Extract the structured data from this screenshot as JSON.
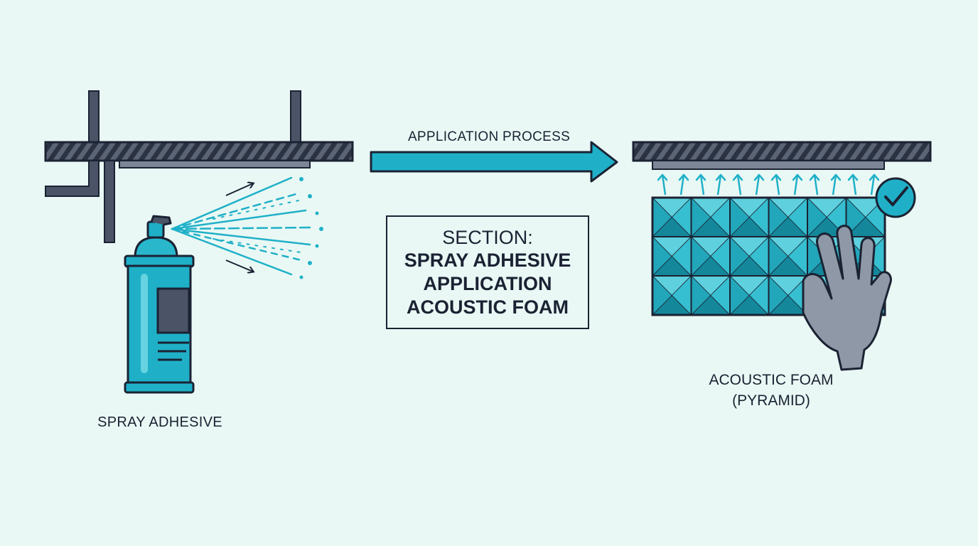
{
  "labels": {
    "process": "APPLICATION PROCESS",
    "spray": "SPRAY ADHESIVE",
    "foam_line1": "ACOUSTIC FOAM",
    "foam_line2": "(PYRAMID)"
  },
  "section": {
    "heading": "SECTION:",
    "title_line1": "SPRAY ADHESIVE",
    "title_line2": "APPLICATION",
    "title_line3": "ACOUSTIC FOAM"
  },
  "colors": {
    "background": "#e9f8f4",
    "ink": "#1b2233",
    "accent": "#1fb0c8",
    "foam": "#36bfd0",
    "foam_dark": "#14879b",
    "steel": "#4a5466",
    "hand": "#8e98a6"
  },
  "icons": [
    "ceiling-beam-icon",
    "spray-can-icon",
    "arrow-right-icon",
    "foam-panel-icon",
    "hand-icon",
    "checkmark-icon"
  ]
}
